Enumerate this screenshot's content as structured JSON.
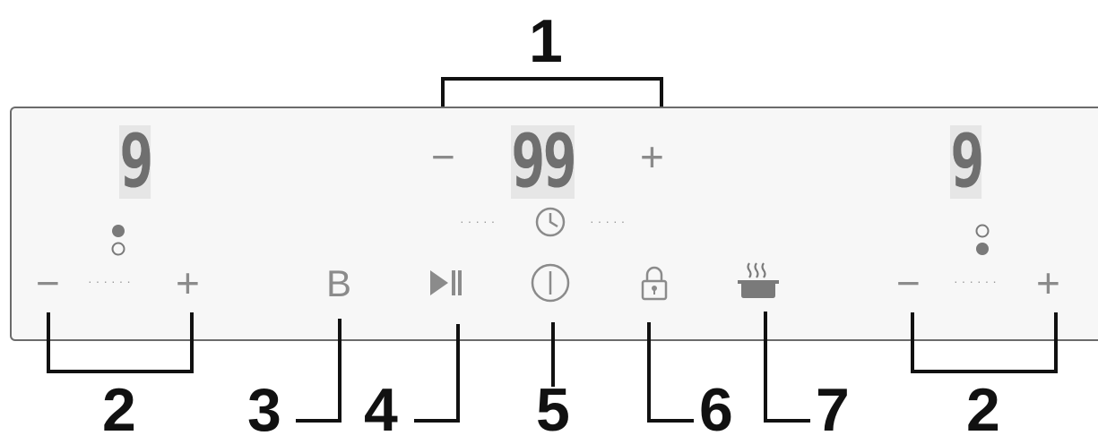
{
  "panel": {
    "left_zone": {
      "level": "9",
      "minus": "−",
      "plus": "+"
    },
    "timer": {
      "value": "99",
      "minus": "−",
      "plus": "+"
    },
    "right_zone": {
      "level": "9",
      "minus": "−",
      "plus": "+"
    },
    "buttons": {
      "booster_label": "B"
    }
  },
  "callouts": {
    "c1": "1",
    "c2_left": "2",
    "c3": "3",
    "c4": "4",
    "c5": "5",
    "c6": "6",
    "c7": "7",
    "c2_right": "2"
  },
  "icons": [
    "zone-indicator-icon",
    "clock-icon",
    "play-pause-icon",
    "power-icon",
    "lock-icon",
    "keep-warm-pot-icon"
  ]
}
